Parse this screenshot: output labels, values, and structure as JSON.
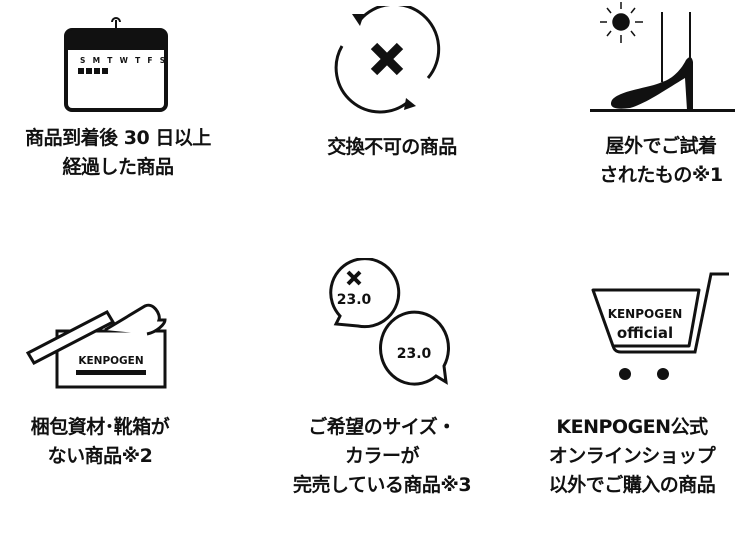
{
  "items": [
    {
      "icon": "calendar-icon",
      "calendar_weekdays": "S M T W T F S",
      "lines": [
        "商品到着後 30 日以上",
        "経過した商品"
      ]
    },
    {
      "icon": "exchange-not-allowed-icon",
      "lines": [
        "交換不可の商品"
      ]
    },
    {
      "icon": "outdoor-worn-shoe-icon",
      "lines": [
        "屋外でご試着",
        "されたもの※1"
      ]
    },
    {
      "icon": "open-box-icon",
      "box_brand": "KENPOGEN",
      "lines": [
        "梱包資材･靴箱が",
        "ない商品※2"
      ]
    },
    {
      "icon": "size-speech-bubbles-icon",
      "size_unavailable": "23.0",
      "size_requested": "23.0",
      "lines": [
        "ご希望のサイズ・",
        "カラーが",
        "完売している商品※3"
      ]
    },
    {
      "icon": "shopping-cart-icon",
      "cart_brand": "KENPOGEN",
      "cart_sub": "official",
      "lines": [
        "KENPOGEN公式",
        "オンラインショップ",
        "以外でご購入の商品"
      ]
    }
  ],
  "colors": {
    "ink": "#111111",
    "background": "#ffffff"
  }
}
